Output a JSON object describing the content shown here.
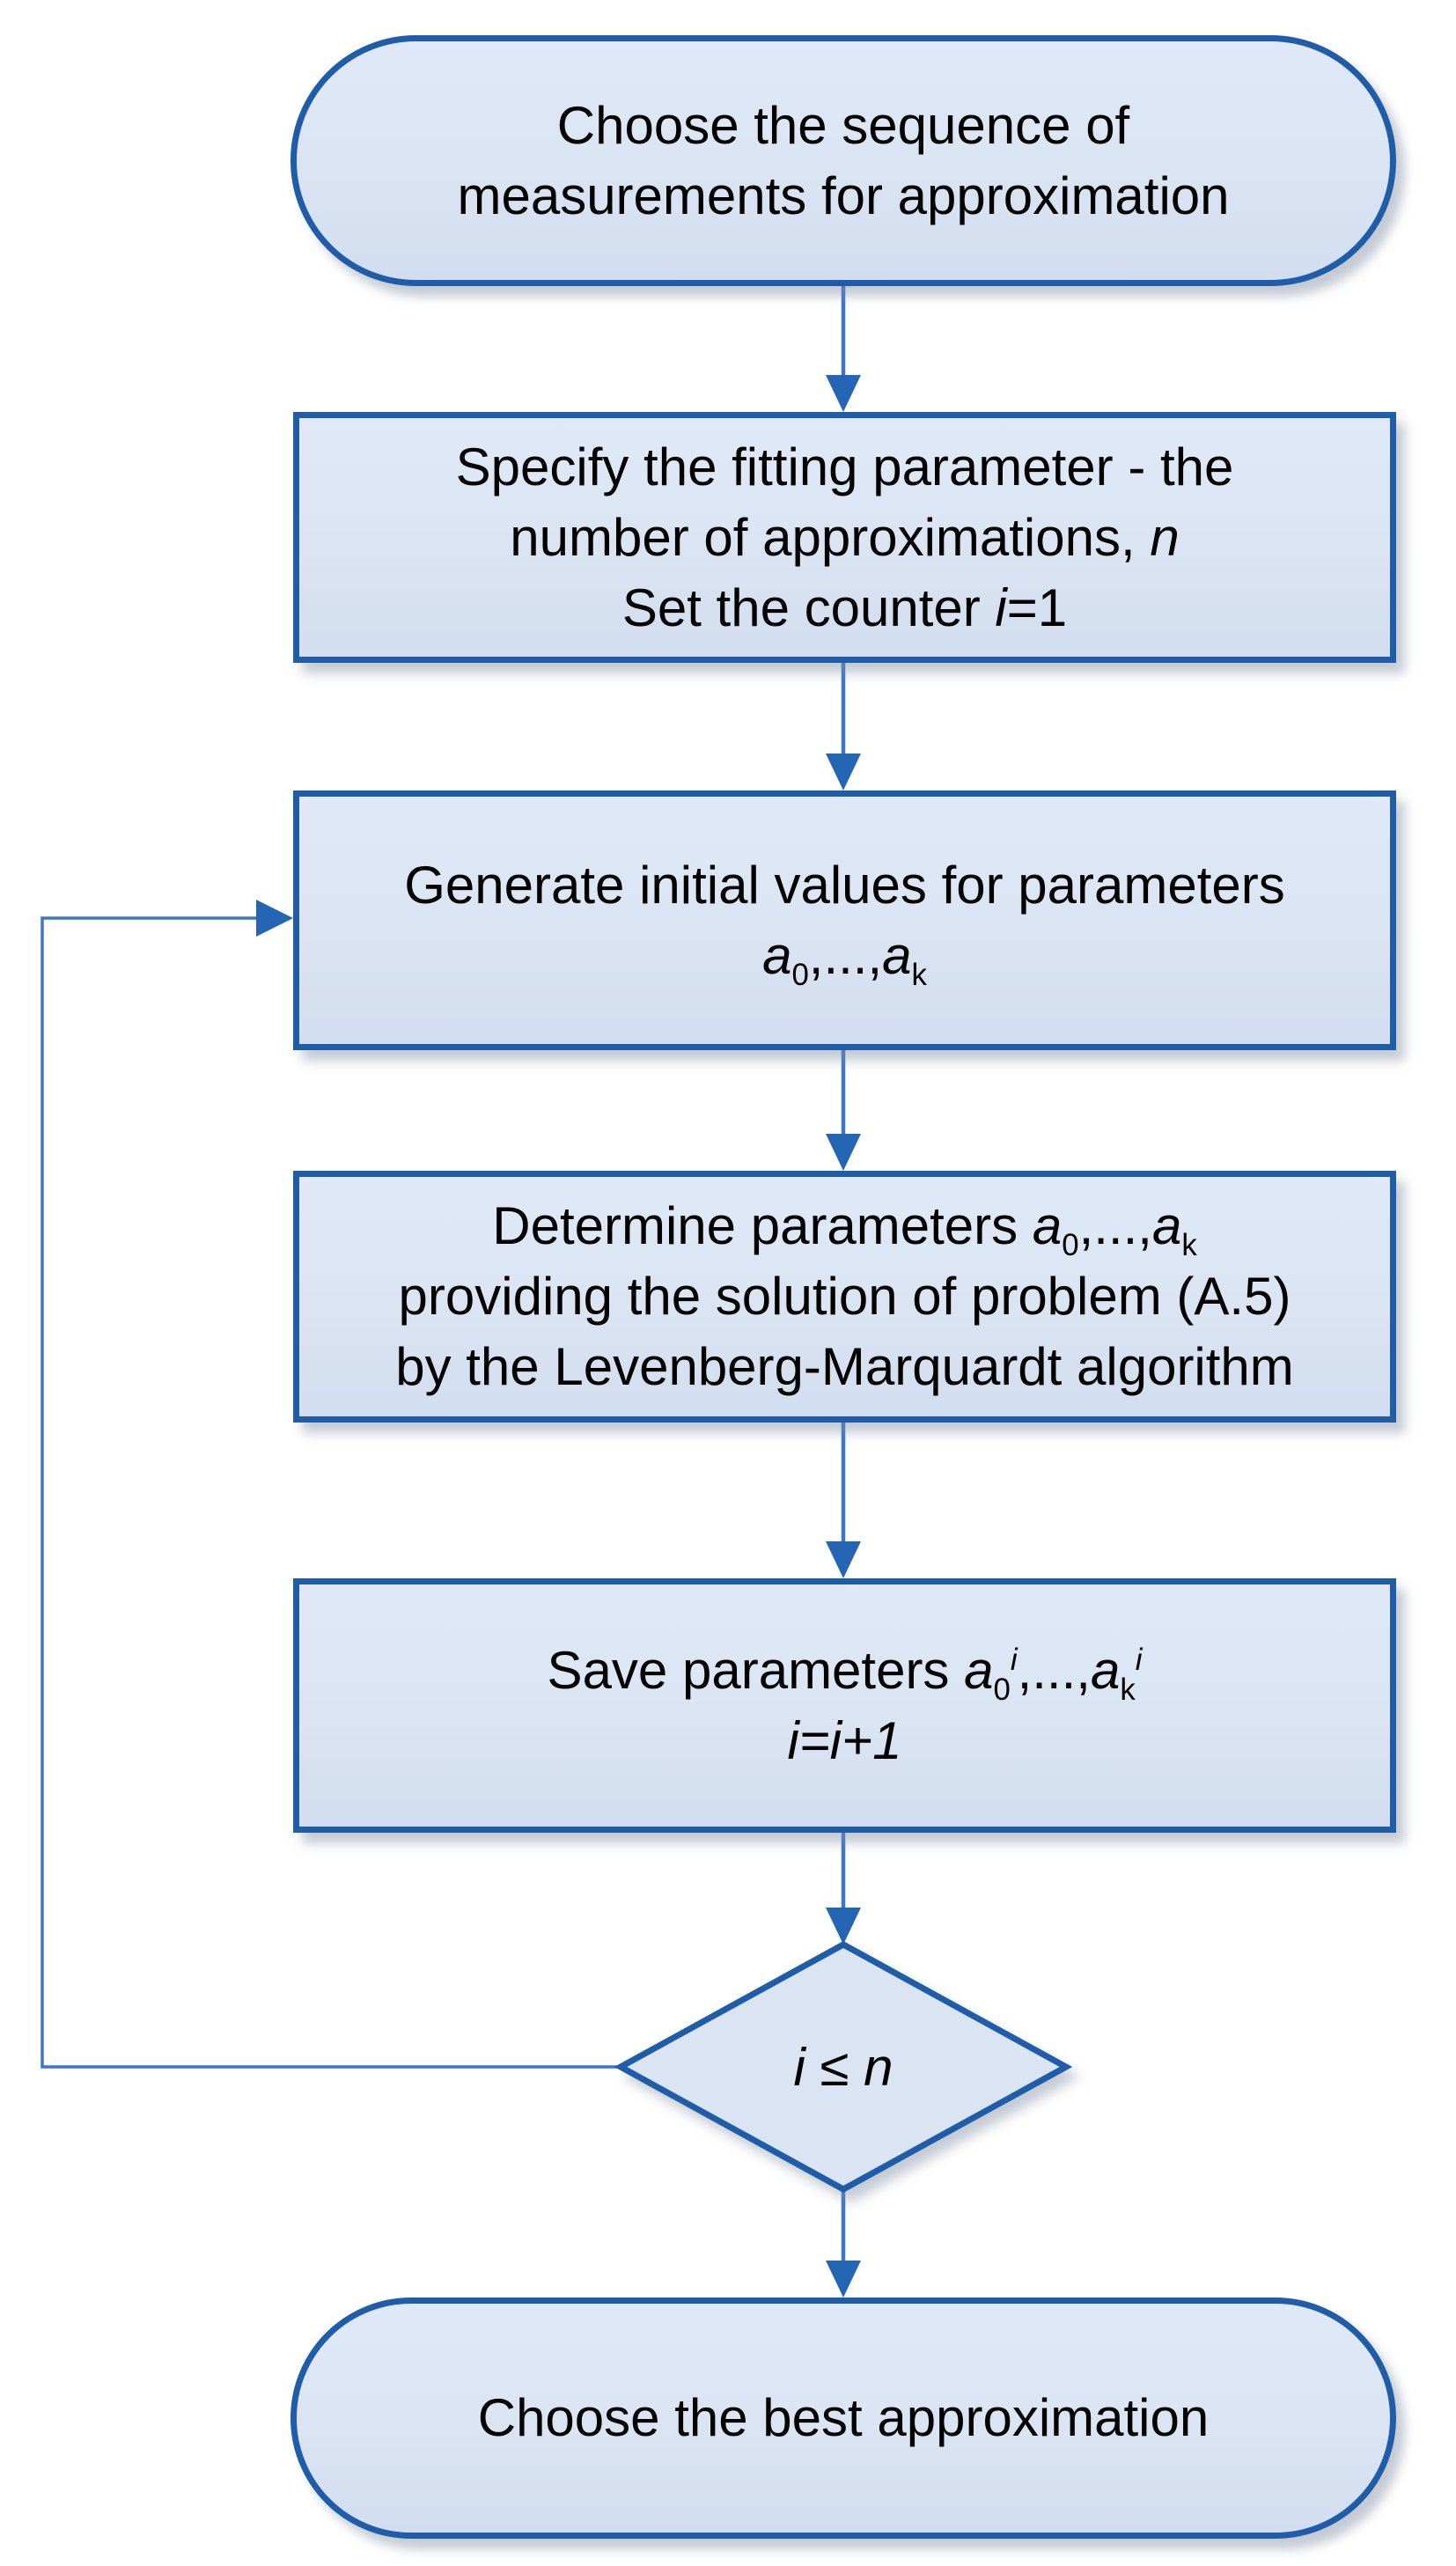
{
  "diagram": {
    "title": "Approximation fitting flowchart",
    "colors": {
      "fill": "#dae4f3",
      "border": "#1f5da9",
      "arrow_line": "#3f77c5",
      "arrow_head": "#2566b4",
      "text": "#000000",
      "background": "#ffffff"
    },
    "nodes": [
      {
        "id": "start",
        "type": "terminator",
        "lines": [
          [
            {
              "t": "Choose the sequence of"
            }
          ],
          [
            {
              "t": "measurements for approximation"
            }
          ]
        ]
      },
      {
        "id": "specify-parameters",
        "type": "process",
        "lines": [
          [
            {
              "t": "Specify the fitting parameter - the"
            }
          ],
          [
            {
              "t": "number of approximations, "
            },
            {
              "t": "n",
              "i": true
            }
          ],
          [
            {
              "t": "Set the counter "
            },
            {
              "t": "i",
              "i": true
            },
            {
              "t": "=1"
            }
          ]
        ]
      },
      {
        "id": "generate-initial-values",
        "type": "process",
        "lines": [
          [
            {
              "t": "Generate initial values for parameters"
            }
          ],
          [
            {
              "t": "a",
              "i": true
            },
            {
              "t": "0",
              "sub": true
            },
            {
              "t": ",...,"
            },
            {
              "t": "a",
              "i": true
            },
            {
              "t": "k",
              "sub": true
            }
          ]
        ]
      },
      {
        "id": "determine-parameters",
        "type": "process",
        "lines": [
          [
            {
              "t": "Determine parameters "
            },
            {
              "t": "a",
              "i": true
            },
            {
              "t": "0",
              "sub": true
            },
            {
              "t": ",...,"
            },
            {
              "t": "a",
              "i": true
            },
            {
              "t": "k",
              "sub": true
            }
          ],
          [
            {
              "t": "providing the solution of problem (A.5)"
            }
          ],
          [
            {
              "t": "by the Levenberg-Marquardt algorithm"
            }
          ]
        ]
      },
      {
        "id": "save-parameters",
        "type": "process",
        "lines": [
          [
            {
              "t": "Save parameters "
            },
            {
              "t": "a",
              "i": true
            },
            {
              "t": "0",
              "sub": true
            },
            {
              "t": "i",
              "sup": true,
              "i": true
            },
            {
              "t": ",...,"
            },
            {
              "t": "a",
              "i": true
            },
            {
              "t": "k",
              "sub": true
            },
            {
              "t": "i",
              "sup": true,
              "i": true
            }
          ],
          [
            {
              "t": "i=i+1",
              "i": true
            }
          ]
        ]
      },
      {
        "id": "loop-decision",
        "type": "decision",
        "lines": [
          [
            {
              "t": "i",
              "i": true
            },
            {
              "t": " ≤  "
            },
            {
              "t": "n",
              "i": true
            }
          ]
        ]
      },
      {
        "id": "end",
        "type": "terminator",
        "lines": [
          [
            {
              "t": "Choose the best approximation"
            }
          ]
        ]
      }
    ]
  }
}
